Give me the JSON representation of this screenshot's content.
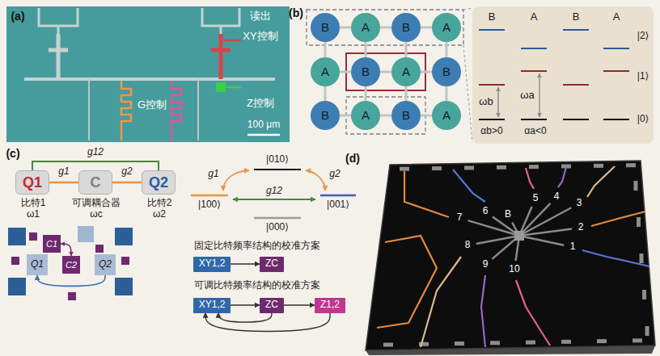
{
  "diagram": {
    "nodes": [
      {
        "text": [
          "B"
        ]
      },
      {
        "text": [
          "A"
        ]
      },
      {
        "text": [
          "B"
        ]
      },
      {
        "text": [
          "A"
        ]
      },
      {
        "text": [
          "A"
        ]
      },
      {
        "text": [
          "B"
        ]
      },
      {
        "text": [
          "A"
        ]
      },
      {
        "text": [
          "B"
        ]
      },
      {
        "text": [
          "B"
        ]
      },
      {
        "text": [
          "A"
        ]
      },
      {
        "text": [
          "B"
        ]
      },
      {
        "text": [
          "A"
        ]
      },
      {
        "text": [
          "B",
          "A",
          "B",
          "A",
          "|2⟩",
          "|1⟩",
          "|0⟩",
          "ωb",
          "ωa",
          "αb>0",
          "αa<0"
        ]
      },
      {
        "text": [
          "Q1",
          "比特1 ω1"
        ]
      },
      {
        "text": [
          "C",
          "可调耦合器 ωc"
        ]
      },
      {
        "text": [
          "Q2",
          "比特2 ω2"
        ]
      },
      {
        "text": [
          "C1"
        ]
      },
      {
        "text": [
          "Q1"
        ]
      },
      {
        "text": [
          "C2"
        ]
      },
      {
        "text": [
          "Q2"
        ]
      },
      {
        "text": [
          "XY1,2"
        ]
      },
      {
        "text": [
          "ZC"
        ]
      },
      {
        "text": [
          "XY1,2"
        ]
      },
      {
        "text": [
          "ZC"
        ]
      },
      {
        "text": [
          "Z1,2"
        ]
      }
    ],
    "edges": [
      {
        "from": 0,
        "to": 1,
        "arrow": "none"
      },
      {
        "from": 1,
        "to": 2,
        "arrow": "none"
      },
      {
        "from": 2,
        "to": 3,
        "arrow": "none"
      },
      {
        "from": 4,
        "to": 5,
        "arrow": "none"
      },
      {
        "from": 5,
        "to": 6,
        "arrow": "none"
      },
      {
        "from": 6,
        "to": 7,
        "arrow": "none"
      },
      {
        "from": 8,
        "to": 9,
        "arrow": "none"
      },
      {
        "from": 9,
        "to": 10,
        "arrow": "none"
      },
      {
        "from": 10,
        "to": 11,
        "arrow": "none"
      },
      {
        "from": 0,
        "to": 4,
        "arrow": "none"
      },
      {
        "from": 4,
        "to": 8,
        "arrow": "none"
      },
      {
        "from": 1,
        "to": 5,
        "arrow": "none"
      },
      {
        "from": 5,
        "to": 9,
        "arrow": "none"
      },
      {
        "from": 2,
        "to": 6,
        "arrow": "none"
      },
      {
        "from": 6,
        "to": 10,
        "arrow": "none"
      },
      {
        "from": 3,
        "to": 7,
        "arrow": "none"
      },
      {
        "from": 7,
        "to": 11,
        "arrow": "none"
      },
      {
        "from": 13,
        "to": 14,
        "label": "g1",
        "arrow": "none"
      },
      {
        "from": 14,
        "to": 15,
        "label": "g2",
        "arrow": "none"
      },
      {
        "from": 13,
        "to": 15,
        "label": "g12",
        "arrow": "none"
      },
      {
        "from": 16,
        "to": 18,
        "arrow": "both"
      },
      {
        "from": 19,
        "to": 17,
        "arrow": "to"
      },
      {
        "from": 20,
        "to": 21,
        "arrow": "to"
      },
      {
        "from": 22,
        "to": 23,
        "arrow": "to"
      },
      {
        "from": 23,
        "to": 24,
        "arrow": "to"
      },
      {
        "from": 23,
        "to": 22,
        "arrow": "to"
      },
      {
        "from": 24,
        "to": 22,
        "arrow": "to"
      }
    ],
    "labels": [
      "(a)",
      "读出",
      "XY控制",
      "G控制",
      "Z控制",
      "100 μm",
      "(b)",
      "(c)",
      "g1",
      "|010⟩",
      "g2",
      "|100⟩",
      "g12",
      "|001⟩",
      "|000⟩",
      "固定比特频率结构的校准方案",
      "可调比特频率结构的校准方案",
      "(d)",
      "3",
      "4",
      "5",
      "B",
      "6",
      "7",
      "2",
      "1",
      "8",
      "9",
      "10"
    ]
  }
}
